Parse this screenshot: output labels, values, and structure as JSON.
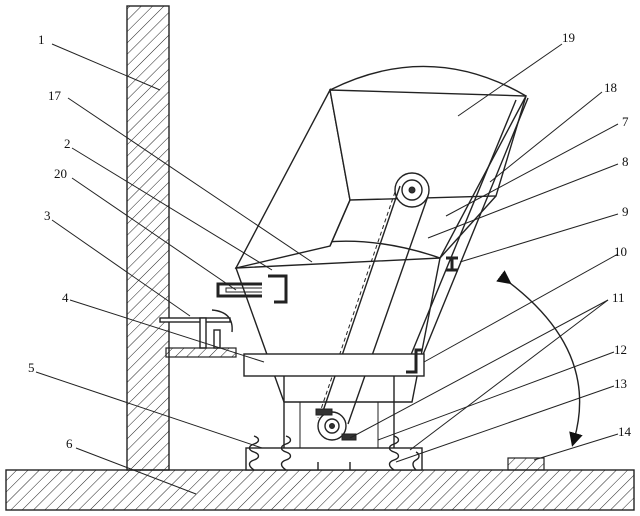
{
  "labels": [
    {
      "id": "l1",
      "text": "1"
    },
    {
      "id": "l2",
      "text": "2"
    },
    {
      "id": "l3",
      "text": "3"
    },
    {
      "id": "l4",
      "text": "4"
    },
    {
      "id": "l5",
      "text": "5"
    },
    {
      "id": "l6",
      "text": "6"
    },
    {
      "id": "l7",
      "text": "7"
    },
    {
      "id": "l8",
      "text": "8"
    },
    {
      "id": "l9",
      "text": "9"
    },
    {
      "id": "l10",
      "text": "10"
    },
    {
      "id": "l11",
      "text": "11"
    },
    {
      "id": "l12",
      "text": "12"
    },
    {
      "id": "l13",
      "text": "13"
    },
    {
      "id": "l14",
      "text": "14"
    },
    {
      "id": "l17",
      "text": "17"
    },
    {
      "id": "l18",
      "text": "18"
    },
    {
      "id": "l19",
      "text": "19"
    },
    {
      "id": "l20",
      "text": "20"
    }
  ],
  "colors": {
    "line": "#222222",
    "background": "#ffffff"
  }
}
